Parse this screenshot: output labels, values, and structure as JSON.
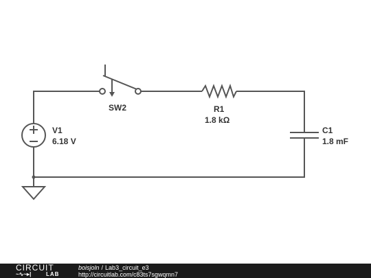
{
  "components": {
    "v1": {
      "name": "V1",
      "value": "6.18 V"
    },
    "sw2": {
      "name": "SW2"
    },
    "r1": {
      "name": "R1",
      "value": "1.8 kΩ"
    },
    "c1": {
      "name": "C1",
      "value": "1.8 mF"
    }
  },
  "footer": {
    "logo_top": "CIRCUIT",
    "logo_bottom": "LAB",
    "author": "boisjoln",
    "separator": "/",
    "title": "Lab3_circuit_e3",
    "url": "http://circuitlab.com/c83ts7sgwqmn7"
  }
}
